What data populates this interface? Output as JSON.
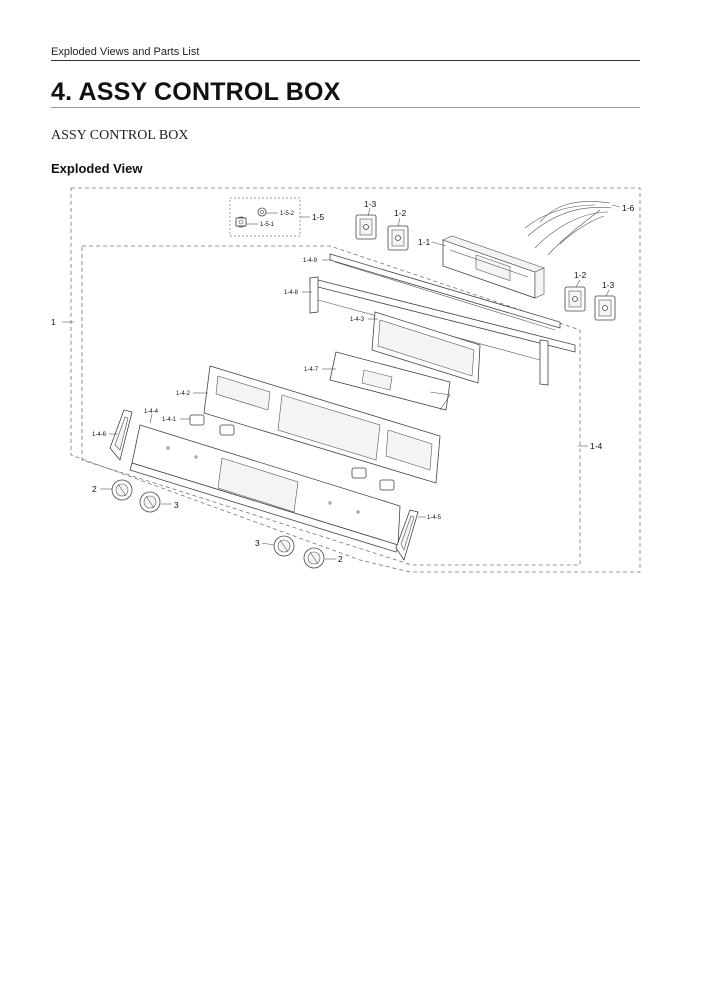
{
  "header": {
    "running_head": "Exploded Views and Parts List"
  },
  "section": {
    "title": "4.  ASSY CONTROL BOX",
    "subtitle": "ASSY CONTROL BOX",
    "view_label": "Exploded View"
  },
  "callouts": {
    "c1": "1",
    "c1_1": "1-1",
    "c1_2_top": "1-2",
    "c1_3_top": "1-3",
    "c1_2_right": "1-2",
    "c1_3_right": "1-3",
    "c1_4": "1-4",
    "c1_4_1": "1-4-1",
    "c1_4_2": "1-4-2",
    "c1_4_3": "1-4-3",
    "c1_4_4": "1-4-4",
    "c1_4_5": "1-4-5",
    "c1_4_6": "1-4-6",
    "c1_4_7": "1-4-7",
    "c1_4_8": "1-4-8",
    "c1_4_9": "1-4-9",
    "c1_5": "1-5",
    "c1_5_1": "1-5-1",
    "c1_5_2": "1-5-2",
    "c1_6": "1-6",
    "c2_left": "2",
    "c3_left": "3",
    "c3_bottom": "3",
    "c2_bottom": "2"
  }
}
